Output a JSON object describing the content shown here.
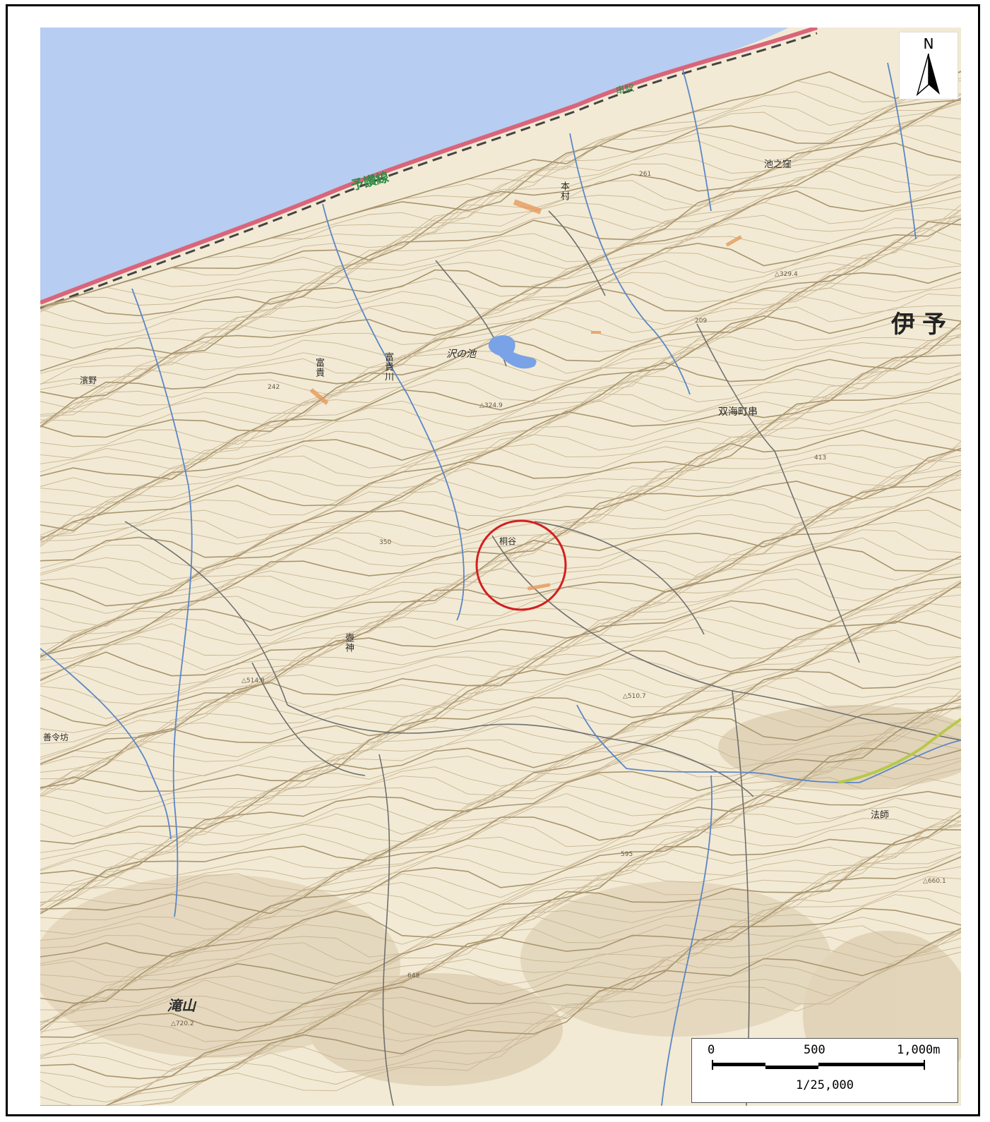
{
  "map": {
    "north_label": "N",
    "scale": {
      "tick_0": "0",
      "tick_mid": "500",
      "tick_end": "1,000m",
      "ratio": "1/25,000"
    },
    "labels": {
      "railway": "予讃線",
      "station": "串駅",
      "honmura": "本村",
      "ikenokubo": "池之窪",
      "iyo": "伊予",
      "futami": "双海町串",
      "sawanoike": "沢の池",
      "tomiki_river": "富貴川",
      "tomiki": "富貴",
      "hamano": "濱野",
      "kiriya": "桐谷",
      "tsubogami": "壺神",
      "zenryobo": "善令坊",
      "hoshi": "法師",
      "takiyama": "滝山"
    },
    "elevations": {
      "e1": "△329.4",
      "e2": "△324.9",
      "e3": "△514.8",
      "e4": "△510.7",
      "e5": "△720.2",
      "e6": "△660.1",
      "e7": "242",
      "e8": "350",
      "e9": "261",
      "e10": "209",
      "e11": "413",
      "e12": "595",
      "e13": "648"
    },
    "colors": {
      "sea": "#b7cdf2",
      "land": "#f2ead4",
      "contour": "#c9b694",
      "index_contour": "#a9956f",
      "river": "#5b86c8",
      "road": "#6f6f6f",
      "rail": "#d9657a",
      "highlight_circle": "#d22020"
    }
  }
}
